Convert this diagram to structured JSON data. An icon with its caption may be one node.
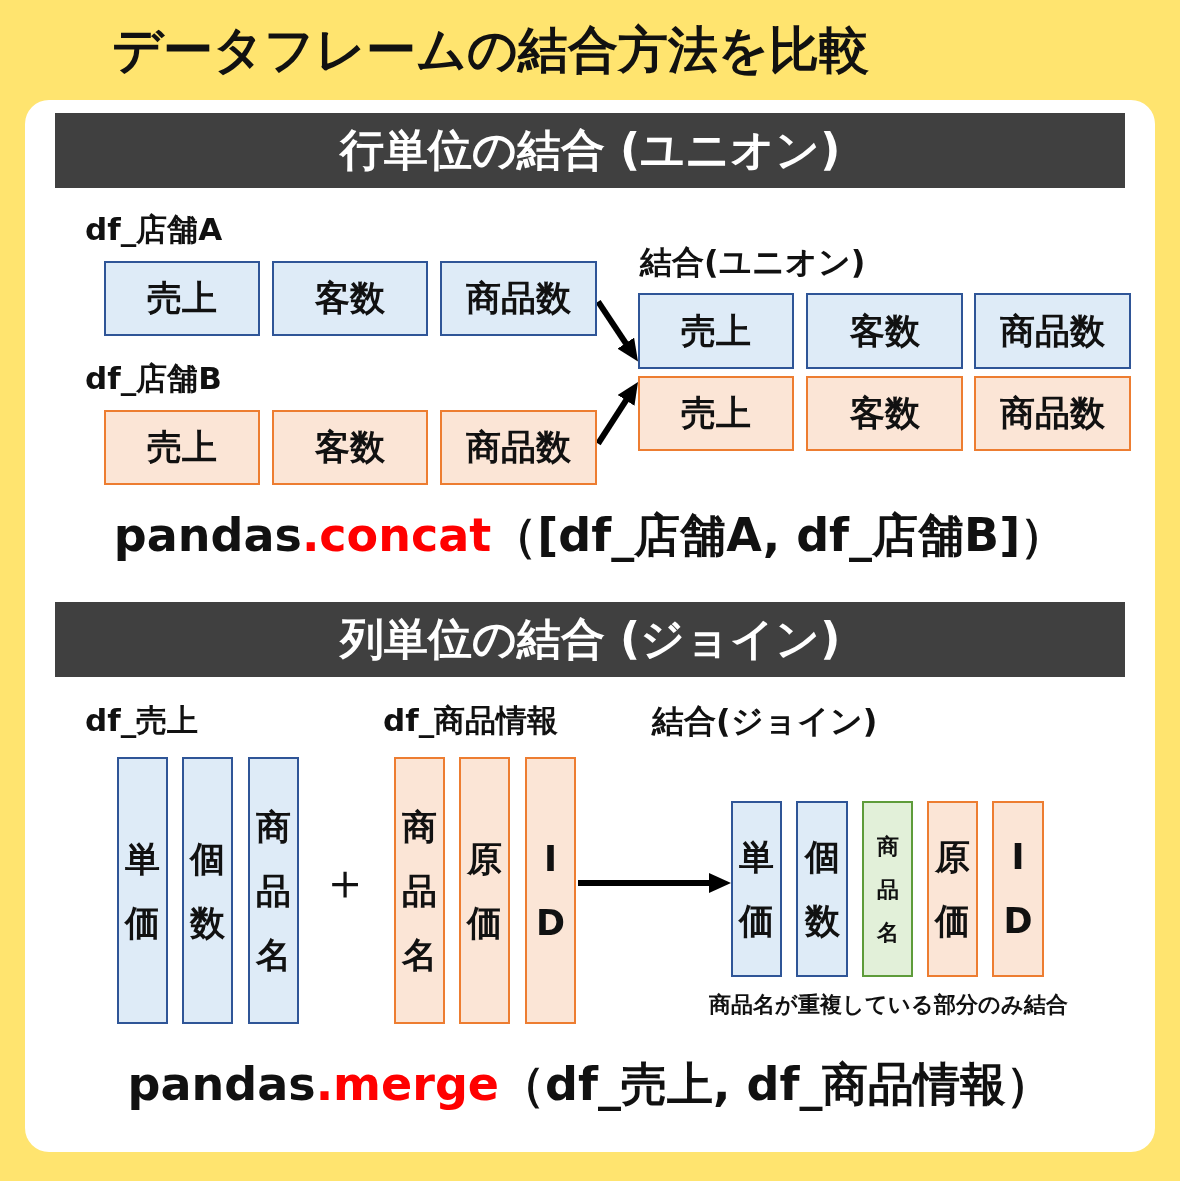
{
  "diagram": {
    "title": "データフレームの結合方法を比較",
    "nodes": [
      {
        "text": [
          "行単位の結合 (ユニオン)"
        ]
      },
      {
        "text": [
          "売上"
        ]
      },
      {
        "text": [
          "客数"
        ]
      },
      {
        "text": [
          "商品数"
        ]
      },
      {
        "text": [
          "売上"
        ]
      },
      {
        "text": [
          "客数"
        ]
      },
      {
        "text": [
          "商品数"
        ]
      },
      {
        "text": [
          "売上"
        ]
      },
      {
        "text": [
          "客数"
        ]
      },
      {
        "text": [
          "商品数"
        ]
      },
      {
        "text": [
          "売上"
        ]
      },
      {
        "text": [
          "客数"
        ]
      },
      {
        "text": [
          "商品数"
        ]
      },
      {
        "text": [
          "列単位の結合 (ジョイン)"
        ]
      },
      {
        "text": [
          "単価"
        ]
      },
      {
        "text": [
          "個数"
        ]
      },
      {
        "text": [
          "商品名"
        ]
      },
      {
        "text": [
          "商品名"
        ]
      },
      {
        "text": [
          "原価"
        ]
      },
      {
        "text": [
          "ID"
        ]
      },
      {
        "text": [
          "単価"
        ]
      },
      {
        "text": [
          "個数"
        ]
      },
      {
        "text": [
          "商品名"
        ]
      },
      {
        "text": [
          "原価"
        ]
      },
      {
        "text": [
          "ID"
        ]
      }
    ],
    "edges": [
      {
        "from": 3,
        "to": 7,
        "arrow": "to"
      },
      {
        "from": 6,
        "to": 10,
        "arrow": "to"
      },
      {
        "from": 19,
        "to": 20,
        "arrow": "to"
      }
    ],
    "labels": [
      "df_店舗A",
      "結合(ユニオン)",
      "df_店舗B",
      "pandas.concat（[df_店舗A, df_店舗B]）",
      "df_売上",
      "df_商品情報",
      "結合(ジョイン)",
      "＋",
      "商品名が重複している部分のみ結合",
      "pandas.merge（df_売上, df_商品情報）"
    ]
  }
}
